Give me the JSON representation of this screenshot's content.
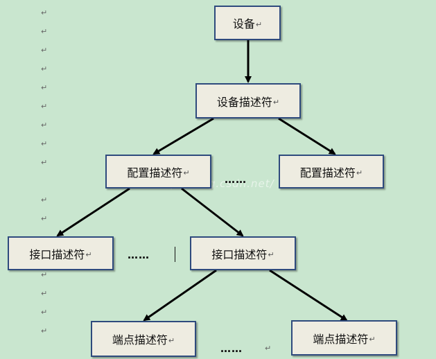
{
  "nodes": {
    "device": "设备",
    "device_desc": "设备描述符",
    "config_left": "配置描述符",
    "config_right": "配置描述符",
    "iface_left": "接口描述符",
    "iface_mid": "接口描述符",
    "endpoint_left": "端点描述符",
    "endpoint_right": "端点描述符"
  },
  "ellipsis": {
    "config_row": "……",
    "iface_row": "……",
    "endpoint_row": "……"
  },
  "paragraph_mark": "↵",
  "watermark": "http://blog.csdn.net/",
  "colors": {
    "background": "#c9e6cf",
    "node_fill": "#eeece1",
    "node_border": "#2e4a7d",
    "arrow": "#000000"
  }
}
